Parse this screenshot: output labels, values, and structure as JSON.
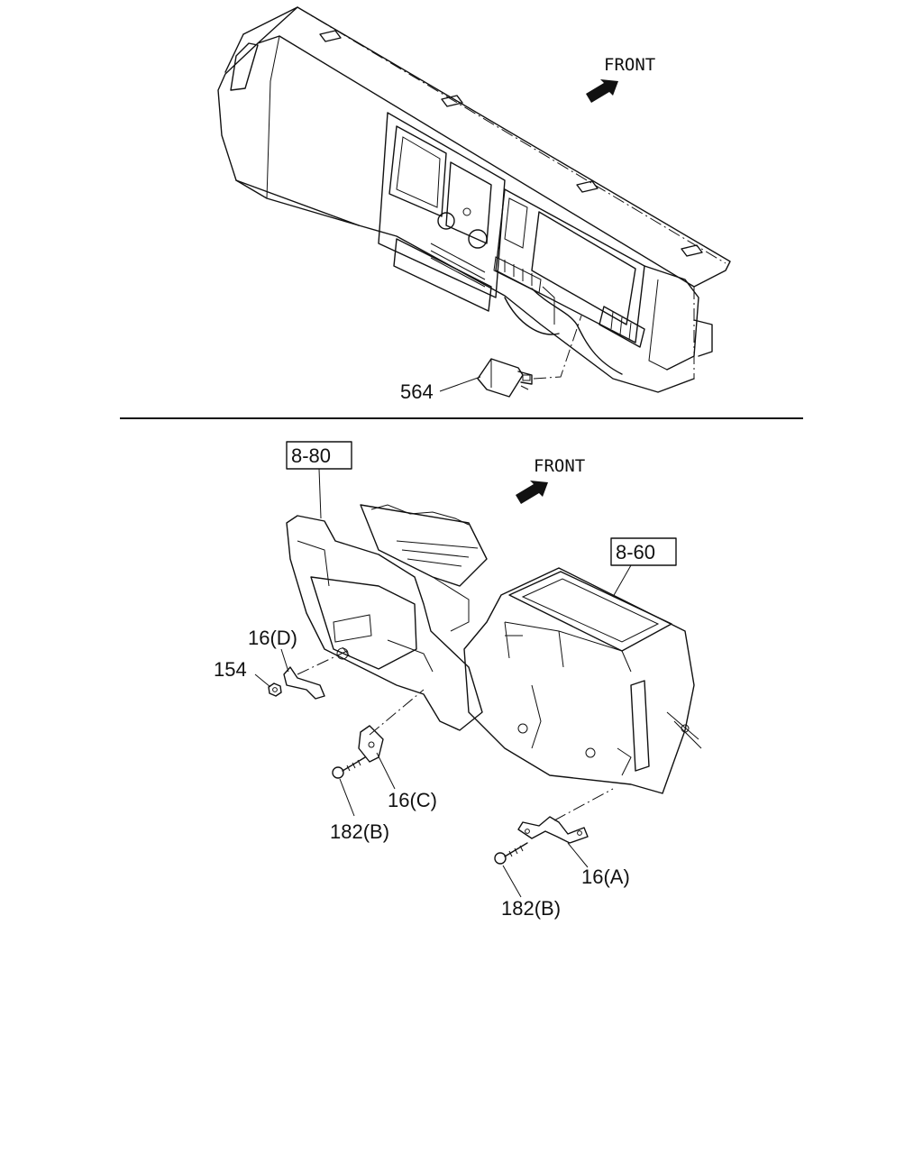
{
  "top_diagram": {
    "front_label": "FRONT",
    "parts": [
      {
        "callout": "564"
      }
    ]
  },
  "bottom_diagram": {
    "front_label": "FRONT",
    "refs": [
      "8-80",
      "8-60"
    ],
    "parts": [
      {
        "callout": "16(D)"
      },
      {
        "callout": "154"
      },
      {
        "callout": "16(C)"
      },
      {
        "callout": "182(B)"
      },
      {
        "callout": "16(A)"
      },
      {
        "callout": "182(B)"
      }
    ]
  }
}
